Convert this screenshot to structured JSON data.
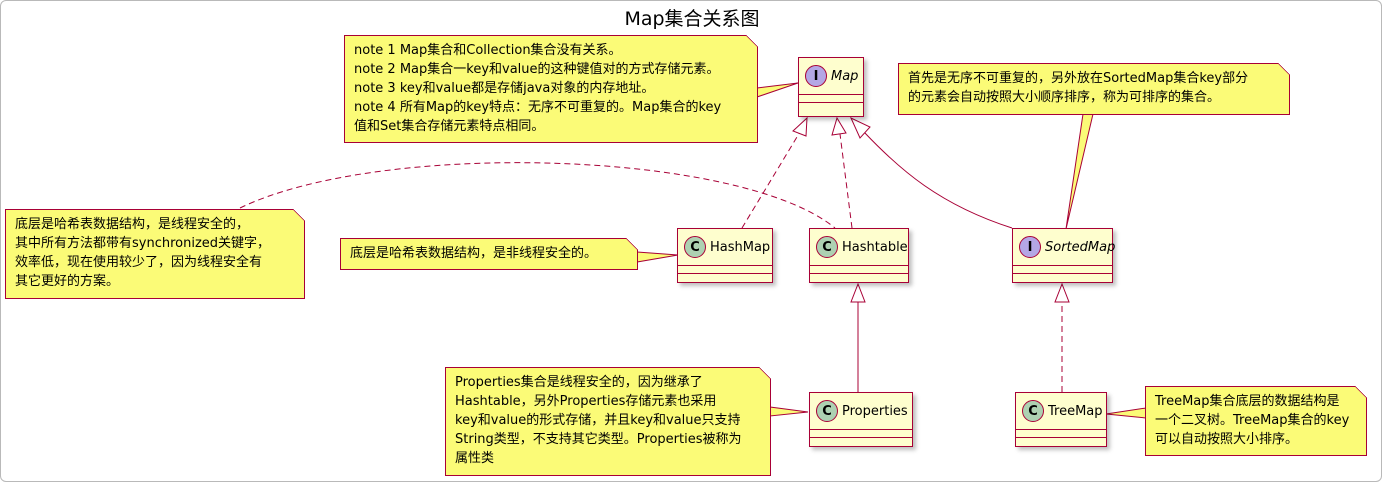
{
  "diagram": {
    "title": "Map集合关系图"
  },
  "classes": {
    "map": {
      "name": "Map",
      "kind": "I",
      "kind_label": "I"
    },
    "hashmap": {
      "name": "HashMap",
      "kind": "C",
      "kind_label": "C"
    },
    "hashtable": {
      "name": "Hashtable",
      "kind": "C",
      "kind_label": "C"
    },
    "sortedmap": {
      "name": "SortedMap",
      "kind": "I",
      "kind_label": "I"
    },
    "properties": {
      "name": "Properties",
      "kind": "C",
      "kind_label": "C"
    },
    "treemap": {
      "name": "TreeMap",
      "kind": "C",
      "kind_label": "C"
    }
  },
  "notes": {
    "map_note": "note 1 Map集合和Collection集合没有关系。\nnote 2 Map集合一key和value的这种键值对的方式存储元素。\nnote 3 key和value都是存储java对象的内存地址。\nnote 4 所有Map的key特点：无序不可重复的。Map集合的key\n值和Set集合存储元素特点相同。",
    "sortedmap_note": "首先是无序不可重复的，另外放在SortedMap集合key部分\n的元素会自动按照大小顺序排序，称为可排序的集合。",
    "hashtable_note": "底层是哈希表数据结构，是线程安全的，\n其中所有方法都带有synchronized关键字，\n效率低，现在使用较少了，因为线程安全有\n其它更好的方案。",
    "hashmap_note": "底层是哈希表数据结构，是非线程安全的。",
    "properties_note": "Properties集合是线程安全的，因为继承了\nHashtable，另外Properties存储元素也采用\nkey和value的形式存储，并且key和value只支持\nString类型，不支持其它类型。Properties被称为\n属性类",
    "treemap_note": "TreeMap集合底层的数据结构是\n一个二叉树。TreeMap集合的key\n可以自动按照大小排序。"
  },
  "colors": {
    "note_fill": "#fbfb77",
    "class_fill": "#fefece",
    "border": "#a80036",
    "class_badge": "#add1b2",
    "interface_badge": "#b4a7e5"
  }
}
